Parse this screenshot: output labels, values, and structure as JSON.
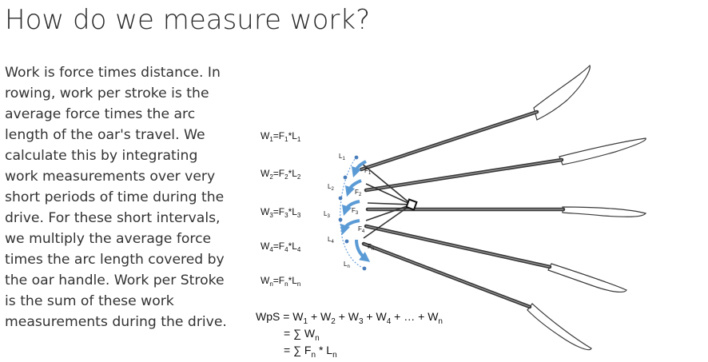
{
  "slide": {
    "title": "How do we measure work?",
    "body_lines": [
      "Work is force times distance. In",
      "rowing, work per stroke is the",
      "average force times the arc",
      "length of the oar's travel. We",
      "calculate this by integrating",
      "work measurements over very",
      "short periods of time during the",
      "drive. For these short intervals,",
      "we multiply the average force",
      "times the arc length covered by",
      "the oar handle. Work per Stroke",
      "is the sum of these work",
      "measurements during the drive."
    ]
  },
  "diagram": {
    "equations": [
      {
        "w": "W",
        "ws": "1",
        "eq": "=F",
        "fs": "1",
        "mul": "*L",
        "ls": "1"
      },
      {
        "w": "W",
        "ws": "2",
        "eq": "=F",
        "fs": "2",
        "mul": "*L",
        "ls": "2"
      },
      {
        "w": "W",
        "ws": "3",
        "eq": "=F",
        "fs": "3",
        "mul": "*L",
        "ls": "3"
      },
      {
        "w": "W",
        "ws": "4",
        "eq": "=F",
        "fs": "4",
        "mul": "*L",
        "ls": "4"
      },
      {
        "w": "W",
        "ws": "n",
        "eq": "=F",
        "fs": "n",
        "mul": "*L",
        "ls": "n"
      }
    ],
    "arc_labels": [
      {
        "t": "L",
        "s": "1"
      },
      {
        "t": "L",
        "s": "2"
      },
      {
        "t": "L",
        "s": "3"
      },
      {
        "t": "L",
        "s": "4"
      },
      {
        "t": "L",
        "s": "n"
      }
    ],
    "force_labels": [
      {
        "t": "F",
        "s": "1"
      },
      {
        "t": "F",
        "s": "2"
      },
      {
        "t": "F",
        "s": "3"
      },
      {
        "t": "F",
        "s": "4"
      },
      {
        "t": "F",
        "s": "n"
      }
    ],
    "wps": {
      "lead": "WpS = W",
      "s1": "1",
      "p2": " + W",
      "s2": "2",
      "p3": " + W",
      "s3": "3",
      "p4": " + W",
      "s4": "4",
      "tail": " + … + W",
      "sn": "n",
      "line2_lead": "= ∑ W",
      "line2_sub": "n",
      "line3_lead": "= ∑ F",
      "line3_sub": "n",
      "line3_mid": " * L",
      "line3_sub2": "n"
    },
    "colors": {
      "arrow": "#5b9bd5",
      "dot": "#4a7ebb",
      "arc": "#6fa0d8",
      "oar": "#3a3a3a"
    }
  }
}
